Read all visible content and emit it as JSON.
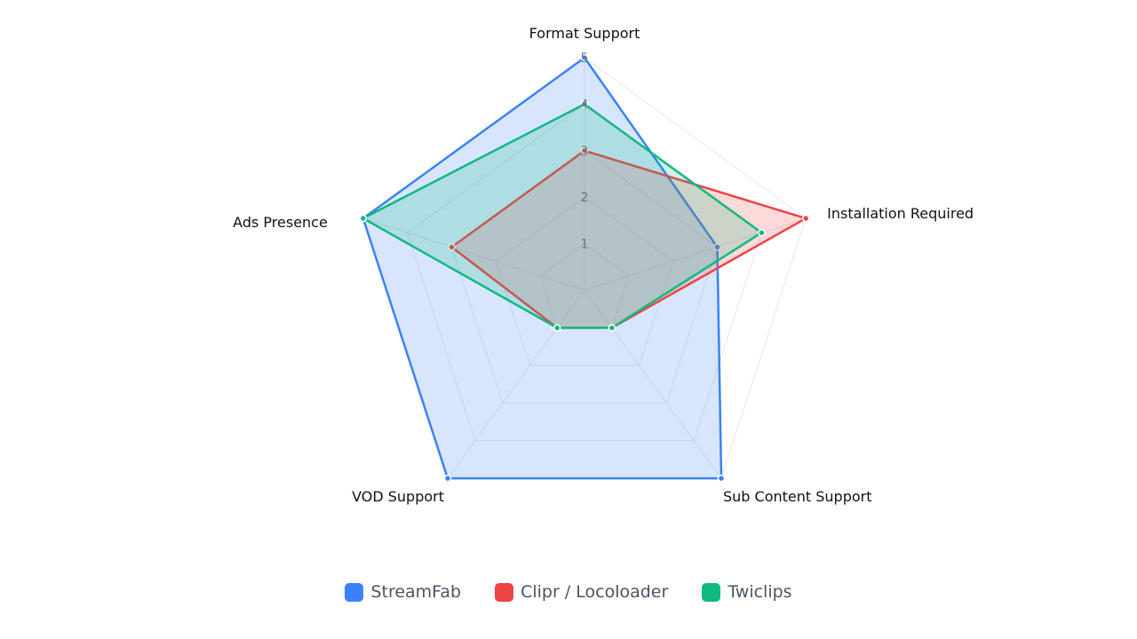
{
  "chart_data": {
    "type": "radar",
    "axes": [
      "Format Support",
      "Installation Required",
      "Sub Content Support",
      "VOD Support",
      "Ads Presence"
    ],
    "rticks": [
      1,
      2,
      3,
      4,
      5
    ],
    "rlim": [
      0,
      5
    ],
    "grid": true,
    "legend_position": "bottom",
    "series": [
      {
        "name": "StreamFab",
        "values": [
          5,
          3,
          5,
          5,
          5
        ],
        "color": "#3b82f6"
      },
      {
        "name": "Clipr / Locoloader",
        "values": [
          3,
          5,
          1,
          1,
          3
        ],
        "color": "#ef4444"
      },
      {
        "name": "Twiclips",
        "values": [
          4,
          4,
          1,
          1,
          5
        ],
        "color": "#10b981"
      }
    ]
  }
}
